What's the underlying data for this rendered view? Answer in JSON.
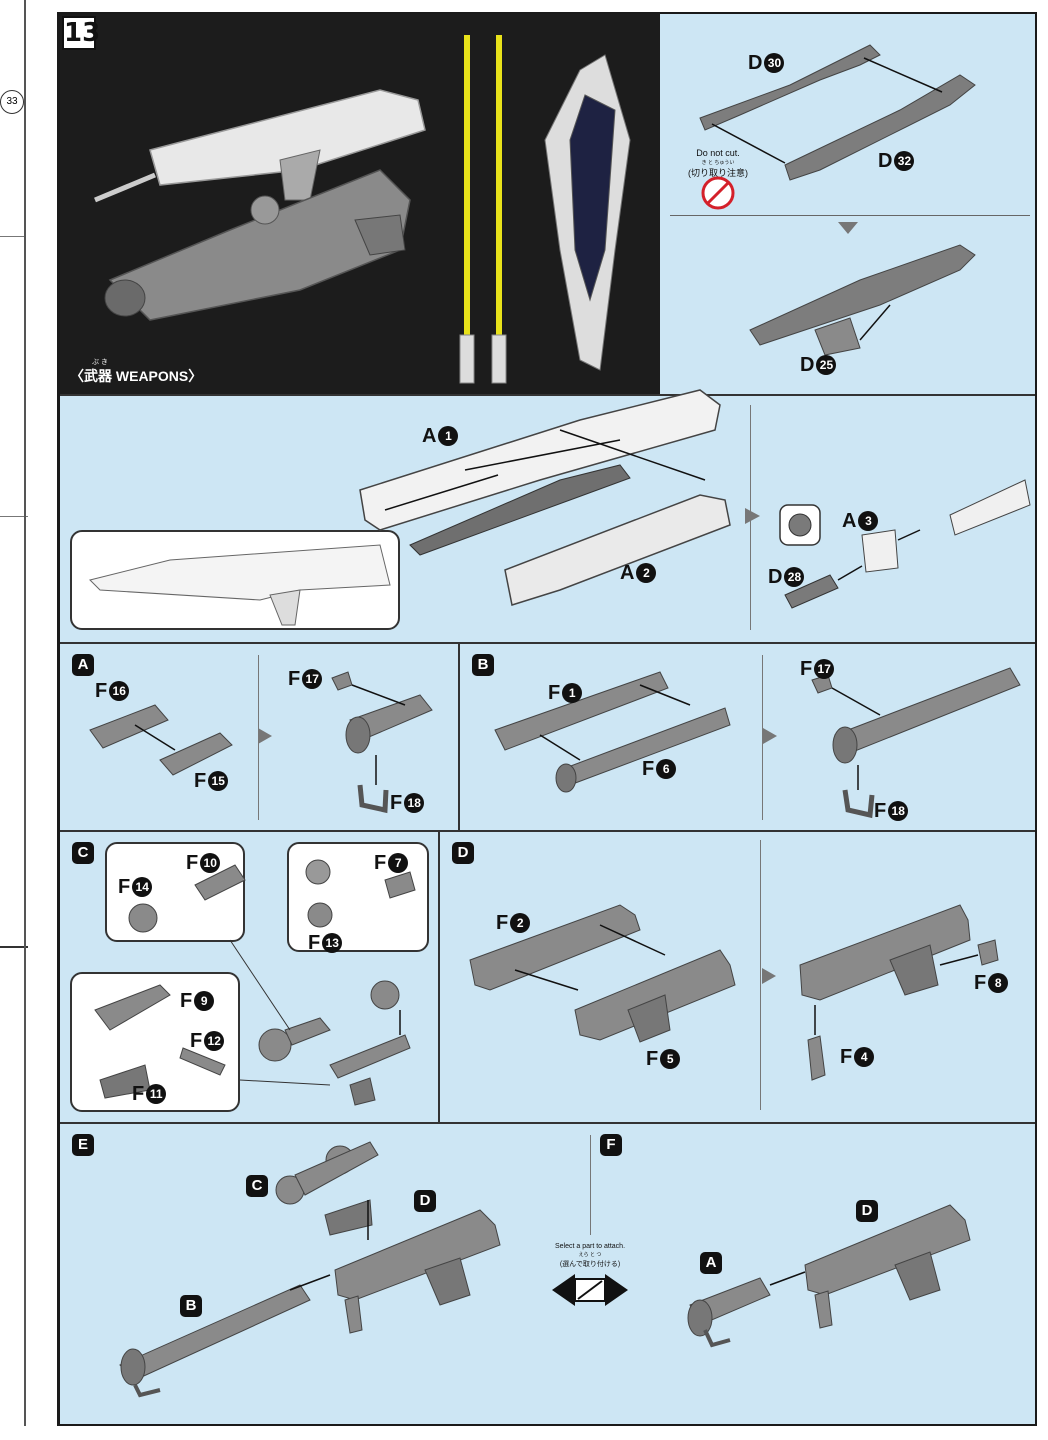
{
  "step": {
    "number": "13"
  },
  "weapons_label": "〈武器 WEAPONS〉",
  "weapons_ruby": "ぶ き",
  "top_right": {
    "part_top": "D30",
    "part_top_letter": "D",
    "part_top_num": "30",
    "part_bottom_letter": "D",
    "part_bottom_num": "32",
    "caution_en": "Do not cut.",
    "caution_jp": "(切り取り注意)",
    "caution_ruby": "き と ちゅうい",
    "after_part_letter": "D",
    "after_part_num": "25"
  },
  "rifle_panel": {
    "a1": {
      "letter": "A",
      "num": "1"
    },
    "a2": {
      "letter": "A",
      "num": "2"
    },
    "a3": {
      "letter": "A",
      "num": "3"
    },
    "d28": {
      "letter": "D",
      "num": "28"
    }
  },
  "panels": {
    "A": {
      "badge": "A",
      "parts": [
        {
          "letter": "F",
          "num": "16"
        },
        {
          "letter": "F",
          "num": "15"
        },
        {
          "letter": "F",
          "num": "17"
        },
        {
          "letter": "F",
          "num": "18"
        }
      ]
    },
    "B": {
      "badge": "B",
      "parts": [
        {
          "letter": "F",
          "num": "1"
        },
        {
          "letter": "F",
          "num": "6"
        },
        {
          "letter": "F",
          "num": "17"
        },
        {
          "letter": "F",
          "num": "18"
        }
      ]
    },
    "C": {
      "badge": "C",
      "parts": [
        {
          "letter": "F",
          "num": "14"
        },
        {
          "letter": "F",
          "num": "10"
        },
        {
          "letter": "F",
          "num": "7"
        },
        {
          "letter": "F",
          "num": "13"
        },
        {
          "letter": "F",
          "num": "9"
        },
        {
          "letter": "F",
          "num": "12"
        },
        {
          "letter": "F",
          "num": "11"
        }
      ]
    },
    "D": {
      "badge": "D",
      "parts": [
        {
          "letter": "F",
          "num": "2"
        },
        {
          "letter": "F",
          "num": "5"
        },
        {
          "letter": "F",
          "num": "8"
        },
        {
          "letter": "F",
          "num": "4"
        }
      ]
    },
    "E": {
      "badge": "E",
      "sub": [
        "C",
        "D",
        "B"
      ]
    },
    "F": {
      "badge": "F",
      "sub": [
        "D",
        "A"
      ]
    }
  },
  "select_note": {
    "en": "Select a part to attach.",
    "jp": "(選んで取り付ける)",
    "ruby": "えら と つ"
  },
  "colors": {
    "panel_bg": "#cde6f4",
    "dark_bg": "#1c1c1c",
    "part_gray": "#8a8a8a",
    "saber_yellow": "#e8e21a",
    "caution_red": "#d4202a"
  }
}
